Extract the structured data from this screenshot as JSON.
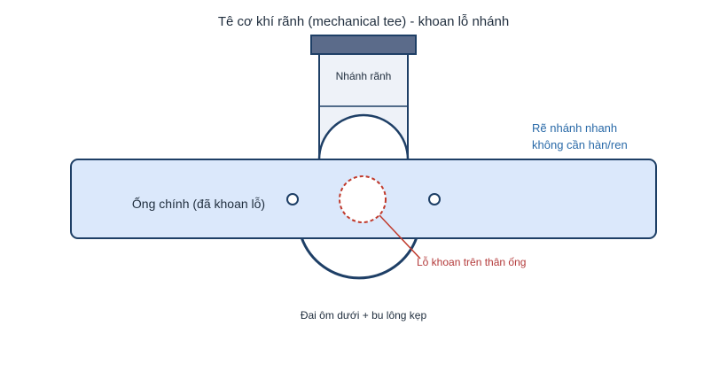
{
  "title": "Tê cơ khí rãnh (mechanical tee) - khoan lỗ nhánh",
  "labels": {
    "branch": "Nhánh rãnh",
    "main_pipe": "Ống chính (đã khoan lỗ)",
    "quick_branch_line1": "Rẽ nhánh nhanh",
    "quick_branch_line2": "không cần hàn/ren",
    "drilled_hole": "Lỗ khoan trên thân ống",
    "bottom_strap": "Đai ôm dưới + bu lông kẹp"
  },
  "colors": {
    "outline": "#1e3f66",
    "pipe_fill": "#dbe8fb",
    "cap_fill": "#5b6b8a",
    "branch_fill": "#eef2f8",
    "hole_stroke": "#c0392b",
    "quick_text": "#2a6aa8"
  }
}
